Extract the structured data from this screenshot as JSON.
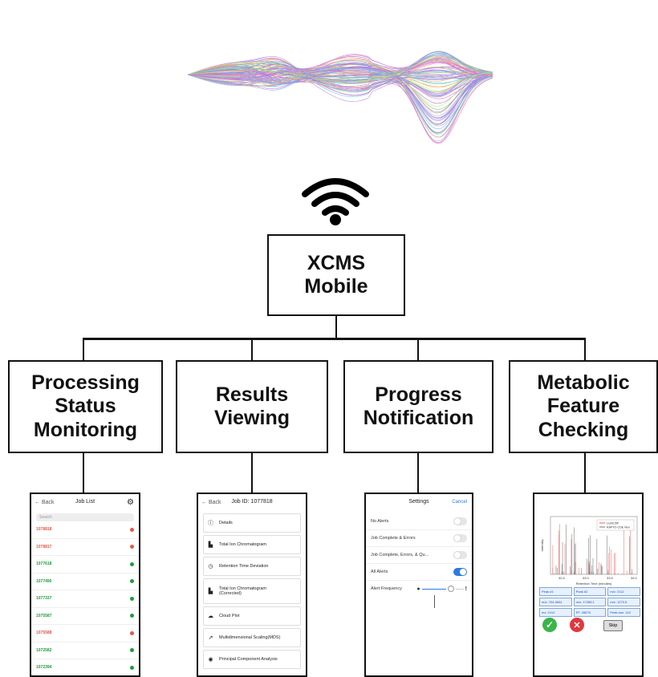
{
  "colors": {
    "line": "#111111",
    "accent_blue": "#2d7be0",
    "status_red": "#e25a4a",
    "status_green": "#1f9d3a"
  },
  "top_graphic": {
    "name": "chromatogram-overlay-plot"
  },
  "wifi_icon": "wifi-icon",
  "root": {
    "label": "XCMS\nMobile"
  },
  "children": [
    {
      "label": "Processing\nStatus\nMonitoring"
    },
    {
      "label": "Results\nViewing"
    },
    {
      "label": "Progress\nNotification"
    },
    {
      "label": "Metabolic\nFeature\nChecking"
    }
  ],
  "phone_jobs": {
    "back": "Back",
    "title": "Job List",
    "search_placeholder": "Search",
    "jobs": [
      {
        "id": "1078818",
        "status": "error"
      },
      {
        "id": "1078817",
        "status": "error"
      },
      {
        "id": "1077618",
        "status": "ok"
      },
      {
        "id": "1077490",
        "status": "ok"
      },
      {
        "id": "1077337",
        "status": "ok"
      },
      {
        "id": "1075587",
        "status": "ok"
      },
      {
        "id": "1075588",
        "status": "error"
      },
      {
        "id": "1072582",
        "status": "ok"
      },
      {
        "id": "1072394",
        "status": "ok"
      }
    ]
  },
  "phone_results": {
    "back": "Back",
    "title": "Job ID: 1077818",
    "items": [
      {
        "label": "Details",
        "icon": "info-icon"
      },
      {
        "label": "Total Ion Chromatogram",
        "icon": "bar-chart-icon"
      },
      {
        "label": "Retention Time Deviation",
        "icon": "clock-icon"
      },
      {
        "label": "Total Ion Chromatogram\n(Corrected)",
        "icon": "bar-chart-icon"
      },
      {
        "label": "Cloud Plot",
        "icon": "cloud-icon"
      },
      {
        "label": "Multidimensional Scaling(MDS)",
        "icon": "trend-icon"
      },
      {
        "label": "Principal Component Analysis",
        "icon": "eye-icon"
      }
    ]
  },
  "phone_settings": {
    "title": "Settings",
    "cancel": "Cancel",
    "rows": [
      {
        "label": "No Alerts",
        "on": false
      },
      {
        "label": "Job Complete & Errors",
        "on": false
      },
      {
        "label": "Job Complete, Errors, & Qu...",
        "on": false
      },
      {
        "label": "All Alerts",
        "on": true
      }
    ],
    "frequency_label": "Alert Frequency"
  },
  "phone_feature": {
    "plot_xlabel": "Retention Time (minutes)",
    "plot_ylabel": "Intensity",
    "x_ticks": [
      "32.5",
      "33.0",
      "33.5",
      "34.0"
    ],
    "legend": [
      "LG09.5iP",
      "RAPTO-CDE Nen"
    ],
    "table_cells": [
      "Peak #1",
      "Peak #2",
      "m/z: 2112",
      "m/z: 704.4604",
      "m/z: 17285.1",
      "m/z: 1273.5",
      "mz: 2412",
      "RT: 28575",
      "Peak ann. 110"
    ],
    "skip_label": "Skip"
  }
}
